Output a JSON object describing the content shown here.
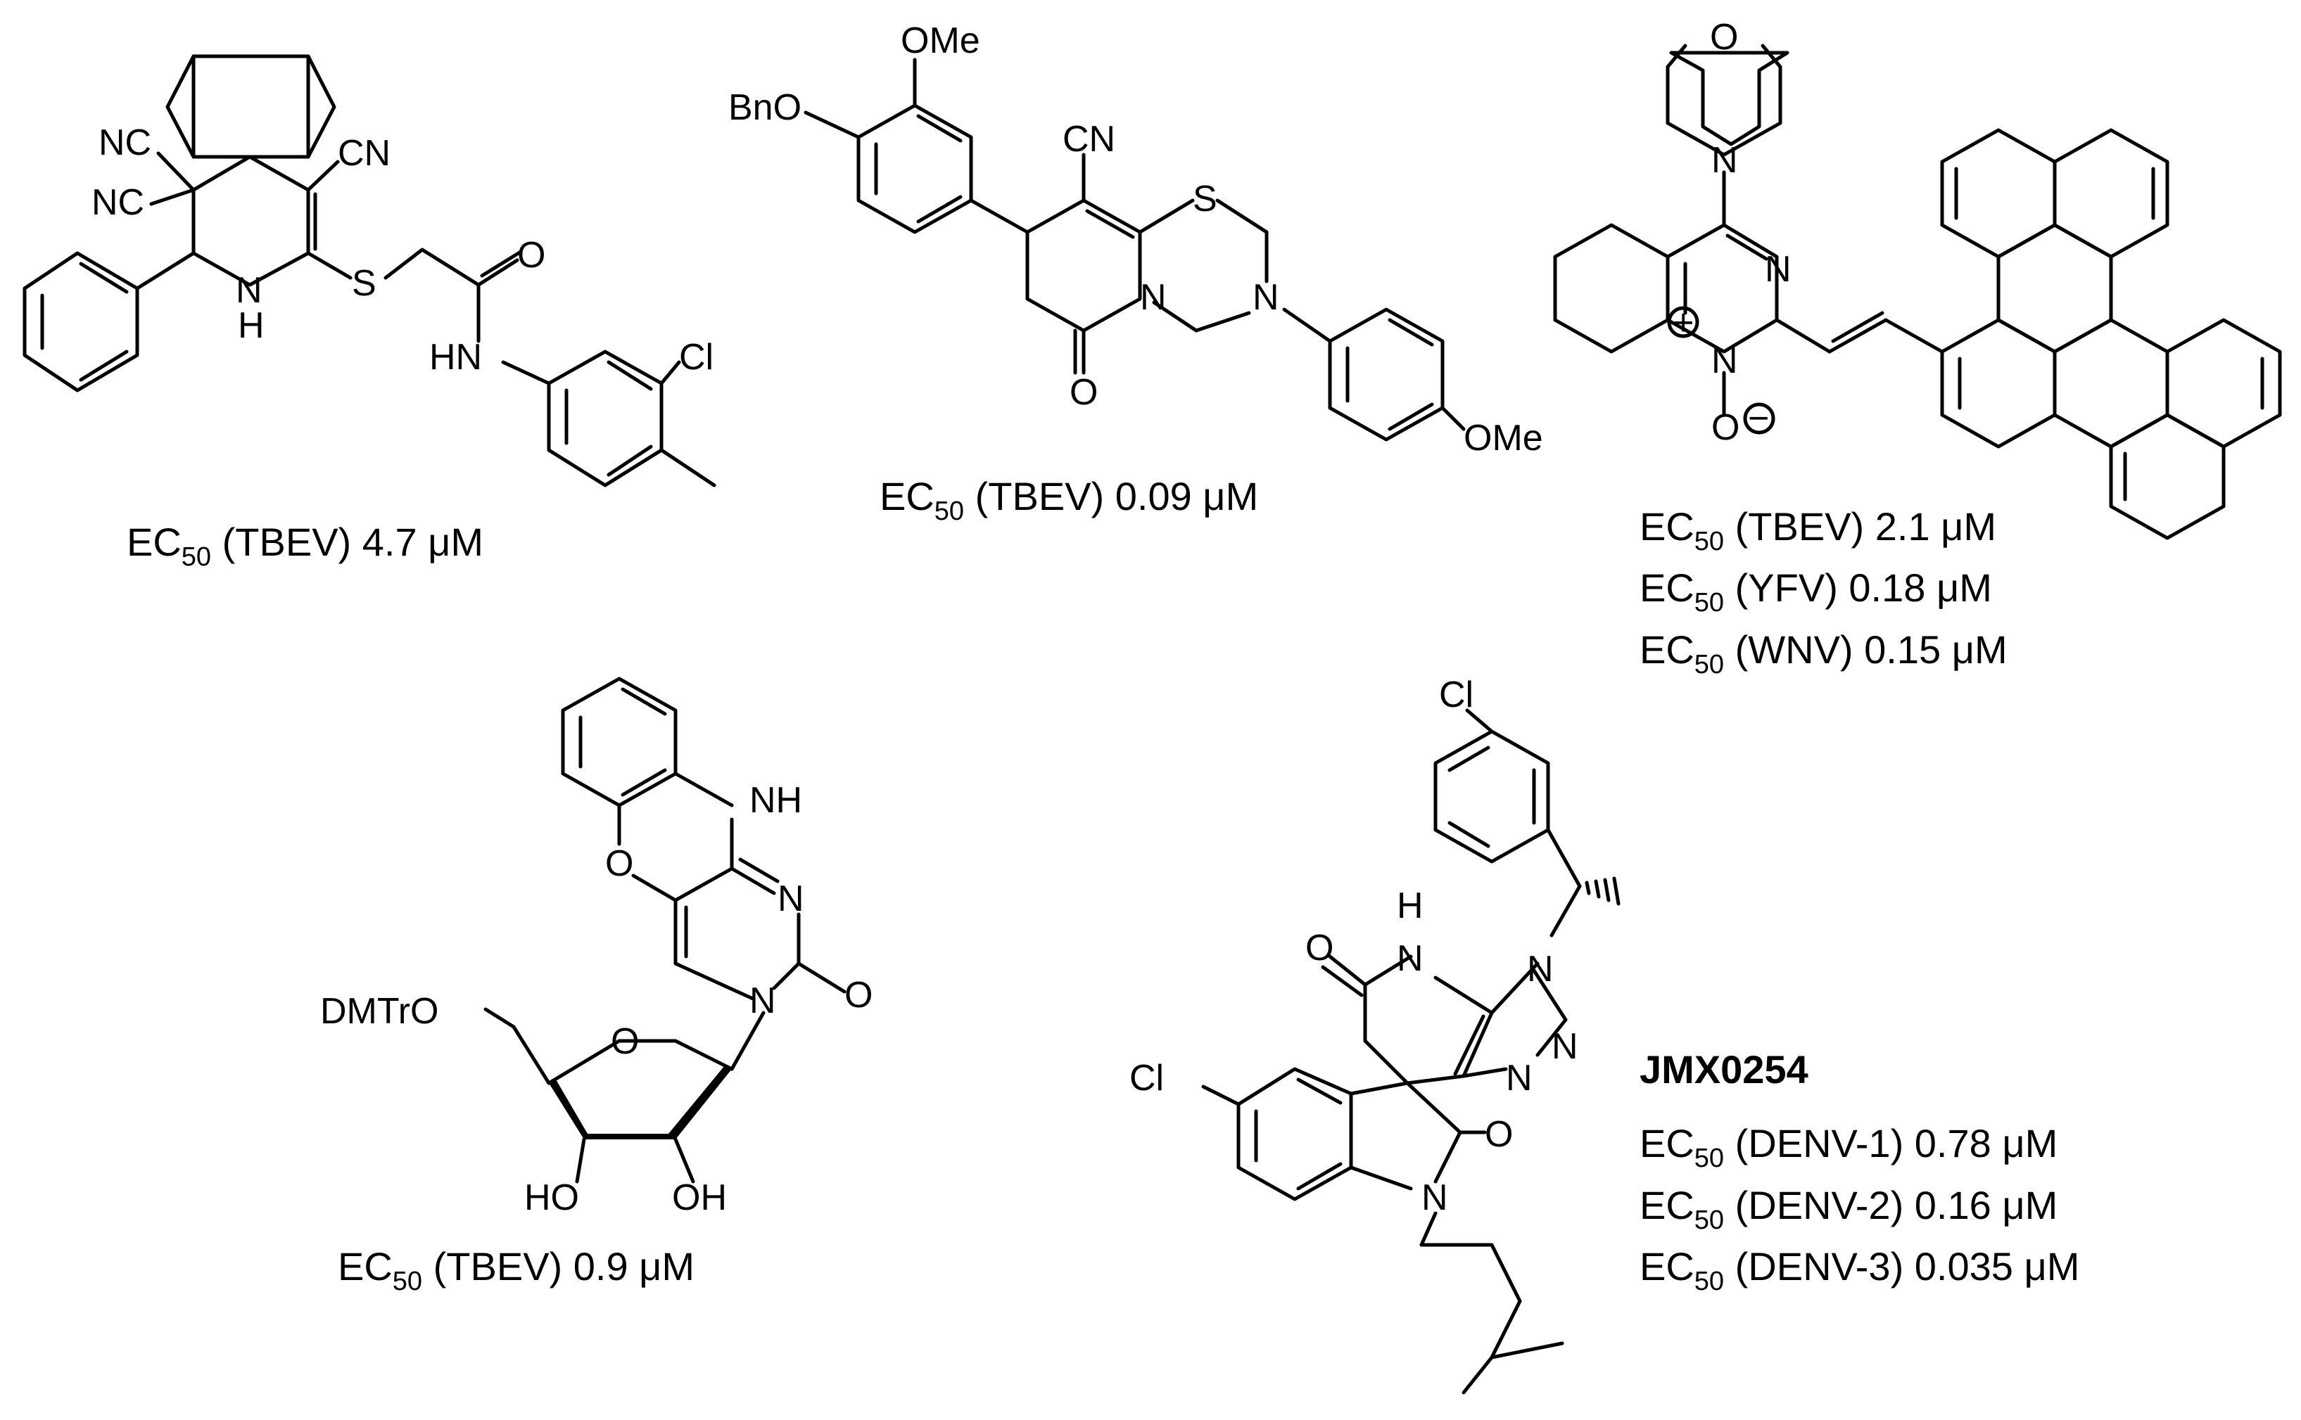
{
  "compound1": {
    "atoms": {
      "nc1": "NC",
      "nc2": "NC",
      "cn": "CN",
      "nh_n": "N",
      "nh_h": "H",
      "s": "S",
      "o": "O",
      "hn": "HN",
      "cl": "Cl"
    },
    "caption": {
      "pre": "EC",
      "sub": "50",
      "post": " (TBEV) 4.7 μM"
    }
  },
  "compound2": {
    "atoms": {
      "ome_top": "OMe",
      "bno": "BnO",
      "cn": "CN",
      "s": "S",
      "n_ring": "N",
      "n_amine": "N",
      "o": "O",
      "ome_bottom": "OMe"
    },
    "caption": {
      "pre": "EC",
      "sub": "50",
      "post": " (TBEV) 0.09 μM"
    }
  },
  "compound3": {
    "atoms": {
      "o_morph": "O",
      "n_morph": "N",
      "n_pyr": "N",
      "n_plus": "N",
      "plus": "+",
      "o_minus": "O",
      "minus": "−"
    },
    "captions": [
      {
        "pre": "EC",
        "sub": "50",
        "post": " (TBEV) 2.1 μM"
      },
      {
        "pre": "EC",
        "sub": "50",
        "post": " (YFV) 0.18 μM"
      },
      {
        "pre": "EC",
        "sub": "50",
        "post": " (WNV) 0.15 μM"
      }
    ]
  },
  "compound4": {
    "atoms": {
      "nh": "NH",
      "o_ring": "O",
      "n_eq": "N",
      "n_glyc": "N",
      "o_carbonyl": "O",
      "dmtro": "DMTrO",
      "o_sugar": "O",
      "ho1": "HO",
      "oh2": "OH"
    },
    "caption": {
      "pre": "EC",
      "sub": "50",
      "post": " (TBEV) 0.9 μM"
    }
  },
  "compound5": {
    "name": "JMX0254",
    "atoms": {
      "cl_top": "Cl",
      "h": "H",
      "o_lactam": "O",
      "n_lactam": "N",
      "n1": "N",
      "n2": "N",
      "n3": "N",
      "cl_left": "Cl",
      "o_ox": "O",
      "n_ox": "N"
    },
    "captions": [
      {
        "pre": "EC",
        "sub": "50",
        "post": " (DENV-1) 0.78 μM"
      },
      {
        "pre": "EC",
        "sub": "50",
        "post": " (DENV-2) 0.16 μM"
      },
      {
        "pre": "EC",
        "sub": "50",
        "post": " (DENV-3) 0.035 μM"
      }
    ]
  }
}
